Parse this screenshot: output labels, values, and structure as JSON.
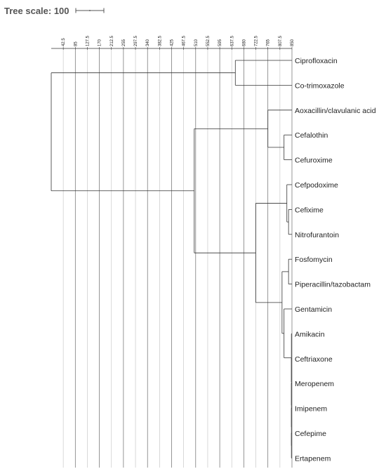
{
  "tree_scale": {
    "label": "Tree scale: 100",
    "value": 100
  },
  "axis": {
    "ticks": [
      "42.5",
      "85",
      "127.5",
      "170",
      "212.5",
      "255",
      "297.5",
      "340",
      "382.5",
      "425",
      "467.5",
      "510",
      "552.5",
      "595",
      "637.5",
      "680",
      "722.5",
      "765",
      "807.5",
      "850"
    ]
  },
  "leaves": [
    "Ciprofloxacin",
    "Co-trimoxazole",
    "Aoxacillin/clavulanic acid",
    "Cefalothin",
    "Cefuroxime",
    "Cefpodoxime",
    "Cefixime",
    "Nitrofurantoin",
    "Fosfomycin",
    "Piperacillin/tazobactam",
    "Gentamicin",
    "Amikacin",
    "Ceftriaxone",
    "Meropenem",
    "Imipenem",
    "Cefepime",
    "Ertapenem"
  ]
}
